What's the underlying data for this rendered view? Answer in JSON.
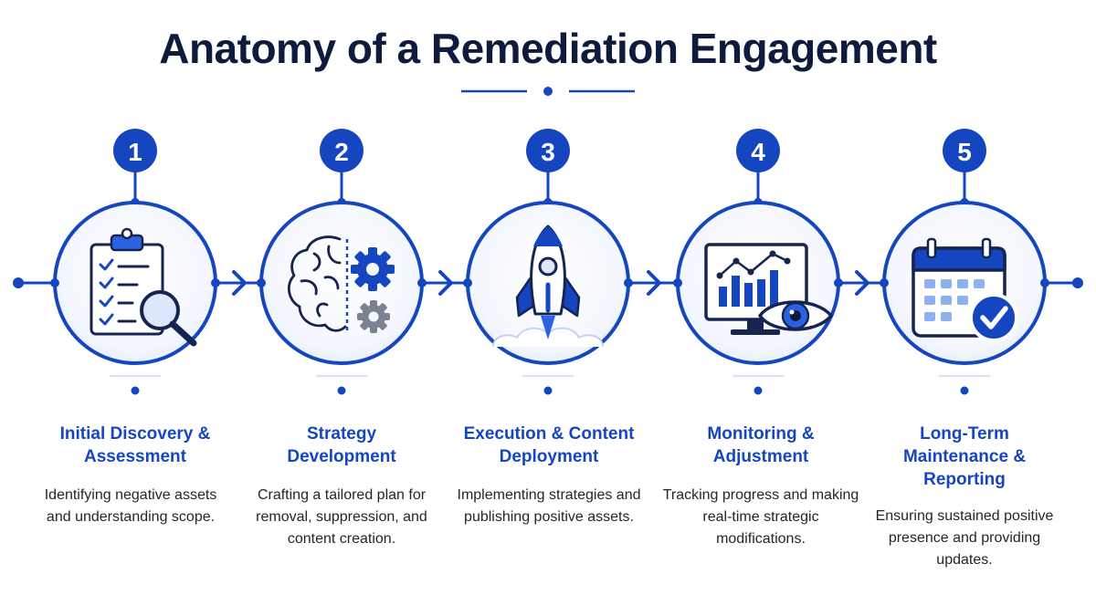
{
  "title": "Anatomy of a Remediation Engagement",
  "colors": {
    "primary": "#1546c0",
    "accent": "#2b62e3",
    "light_fill": "#eef3fd",
    "title_text": "#0f1b3d",
    "body_text": "#262626"
  },
  "steps": [
    {
      "number": "1",
      "icon": "clipboard-magnifier-icon",
      "title": "Initial Discovery & Assessment",
      "description": "Identifying negative assets and understanding scope."
    },
    {
      "number": "2",
      "icon": "brain-gears-icon",
      "title": "Strategy Development",
      "description": "Crafting a tailored plan for removal, suppression, and content creation."
    },
    {
      "number": "3",
      "icon": "rocket-icon",
      "title": "Execution & Content Deployment",
      "description": "Implementing strategies and publishing positive assets."
    },
    {
      "number": "4",
      "icon": "monitor-eye-icon",
      "title": "Monitoring & Adjustment",
      "description": "Tracking progress and making real-time strategic modifications."
    },
    {
      "number": "5",
      "icon": "calendar-check-icon",
      "title": "Long-Term Maintenance & Reporting",
      "description": "Ensuring sustained positive presence and providing updates."
    }
  ]
}
